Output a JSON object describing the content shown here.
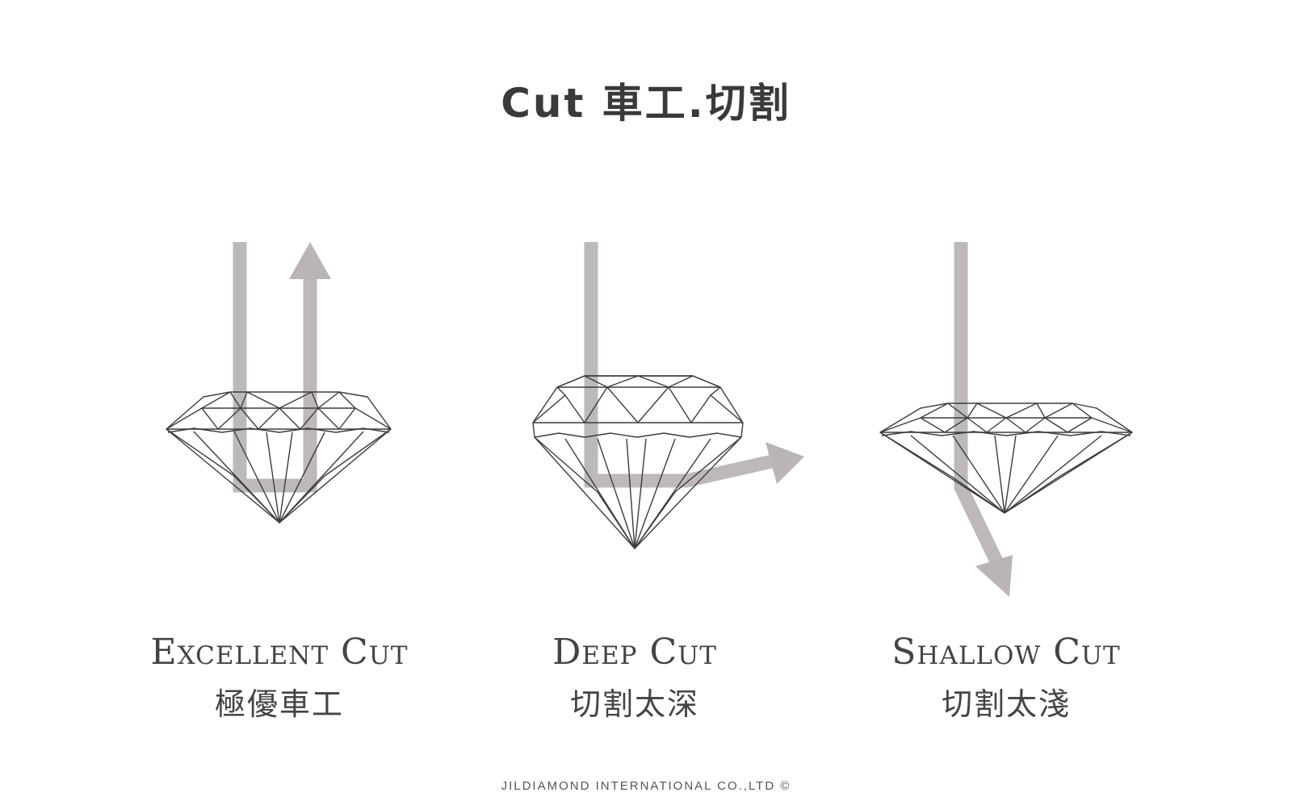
{
  "title": "Cut 車工.切割",
  "diagrams": [
    {
      "label_en": "Excellent Cut",
      "label_zh": "極優車工"
    },
    {
      "label_en": "Deep Cut",
      "label_zh": "切割太深"
    },
    {
      "label_en": "Shallow Cut",
      "label_zh": "切割太淺"
    }
  ],
  "footer": "JILDIAMOND INTERNATIONAL CO.,LTD ©",
  "colors": {
    "light_ray": "#bab5b4",
    "diamond_outline": "#3c3c3c",
    "text": "#444444"
  }
}
